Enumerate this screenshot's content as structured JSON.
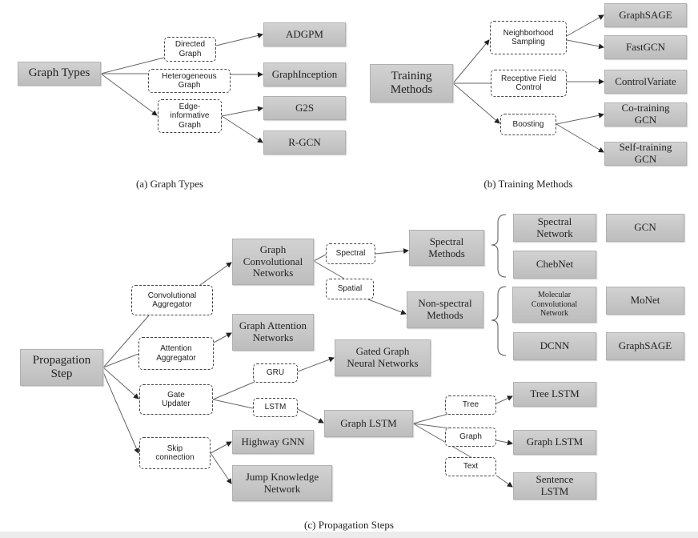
{
  "graph_types": {
    "root": "Graph Types",
    "directed": "Directed\nGraph",
    "heterogeneous": "Heterogeneous\nGraph",
    "edge_informative": "Edge-\ninformative\nGraph",
    "adgpm": "ADGPM",
    "graphinception": "GraphInception",
    "g2s": "G2S",
    "rgcn": "R-GCN",
    "caption": "(a) Graph Types"
  },
  "training_methods": {
    "root": "Training\nMethods",
    "neighborhood_sampling": "Neighborhood\nSampling",
    "receptive_field": "Receptive Field\nControl",
    "boosting": "Boosting",
    "graphsage": "GraphSAGE",
    "fastgcn": "FastGCN",
    "controlvariate": "ControlVariate",
    "cotraining": "Co-training\nGCN",
    "selftraining": "Self-training\nGCN",
    "caption": "(b) Training Methods"
  },
  "propagation": {
    "root": "Propagation\nStep",
    "conv_agg": "Convolutional\nAggregator",
    "att_agg": "Attention\nAggregator",
    "gate": "Gate\nUpdater",
    "skip": "Skip\nconnection",
    "gcn_networks": "Graph\nConvolutional\nNetworks",
    "gat": "Graph Attention\nNetworks",
    "ggnn": "Gated Graph\nNeural Networks",
    "highway": "Highway GNN",
    "jump": "Jump Knowledge\nNetwork",
    "spectral_edge": "Spectral",
    "spatial_edge": "Spatial",
    "gru": "GRU",
    "lstm": "LSTM",
    "graph_lstm_mid": "Graph LSTM",
    "spectral_methods": "Spectral\nMethods",
    "nonspectral_methods": "Non-spectral\nMethods",
    "spectral_network": "Spectral\nNetwork",
    "gcn": "GCN",
    "chebnet": "ChebNet",
    "molecular": "Molecular\nConvolutional\nNetwork",
    "monet": "MoNet",
    "dcnn": "DCNN",
    "graphsage": "GraphSAGE",
    "tree": "Tree",
    "graph": "Graph",
    "text": "Text",
    "tree_lstm": "Tree LSTM",
    "graph_lstm": "Graph LSTM",
    "sentence_lstm": "Sentence\nLSTM",
    "caption": "(c) Propagation Steps"
  }
}
